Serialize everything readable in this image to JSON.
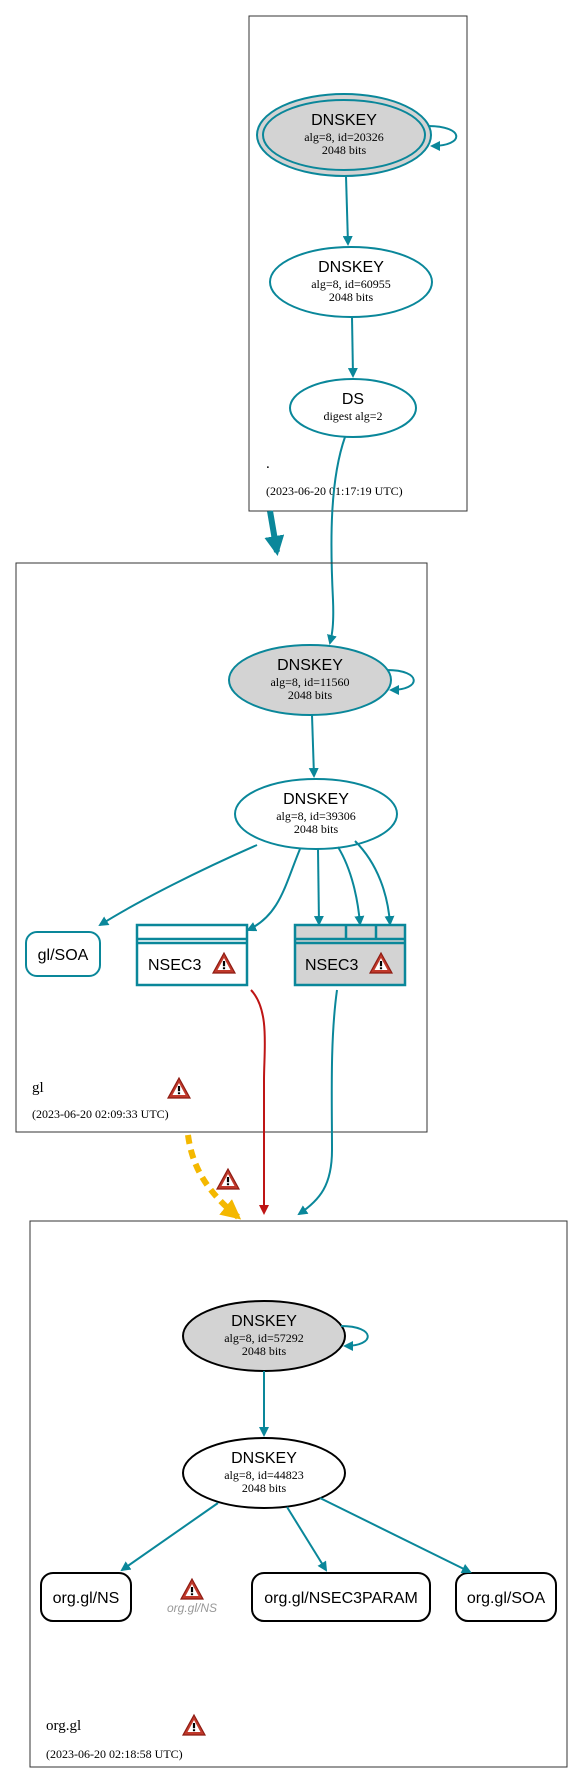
{
  "colors": {
    "teal": "#0a879a",
    "red": "#be1515",
    "yellow": "#f4b800",
    "ksk_fill": "#d3d3d3",
    "zone_border": "#333333",
    "black": "#000000"
  },
  "zones": {
    "root": {
      "name": ".",
      "timestamp": "(2023-06-20 01:17:19 UTC)"
    },
    "gl": {
      "name": "gl",
      "timestamp": "(2023-06-20 02:09:33 UTC)",
      "warning_icon": "warning-icon"
    },
    "org_gl": {
      "name": "org.gl",
      "timestamp": "(2023-06-20 02:18:58 UTC)",
      "warning_icon": "warning-icon"
    }
  },
  "nodes": {
    "root_ksk": {
      "title": "DNSKEY",
      "detail": "alg=8, id=20326",
      "bits": "2048 bits"
    },
    "root_zsk": {
      "title": "DNSKEY",
      "detail": "alg=8, id=60955",
      "bits": "2048 bits"
    },
    "root_ds": {
      "title": "DS",
      "detail": "digest alg=2"
    },
    "gl_ksk": {
      "title": "DNSKEY",
      "detail": "alg=8, id=11560",
      "bits": "2048 bits"
    },
    "gl_zsk": {
      "title": "DNSKEY",
      "detail": "alg=8, id=39306",
      "bits": "2048 bits"
    },
    "gl_soa": {
      "label": "gl/SOA"
    },
    "gl_nsec3_a": {
      "label": "NSEC3"
    },
    "gl_nsec3_b": {
      "label": "NSEC3"
    },
    "org_ksk": {
      "title": "DNSKEY",
      "detail": "alg=8, id=57292",
      "bits": "2048 bits"
    },
    "org_zsk": {
      "title": "DNSKEY",
      "detail": "alg=8, id=44823",
      "bits": "2048 bits"
    },
    "org_ns": {
      "label": "org.gl/NS"
    },
    "org_ns_ghost": {
      "label": "org.gl/NS"
    },
    "org_nsec3param": {
      "label": "org.gl/NSEC3PARAM"
    },
    "org_soa": {
      "label": "org.gl/SOA"
    }
  }
}
